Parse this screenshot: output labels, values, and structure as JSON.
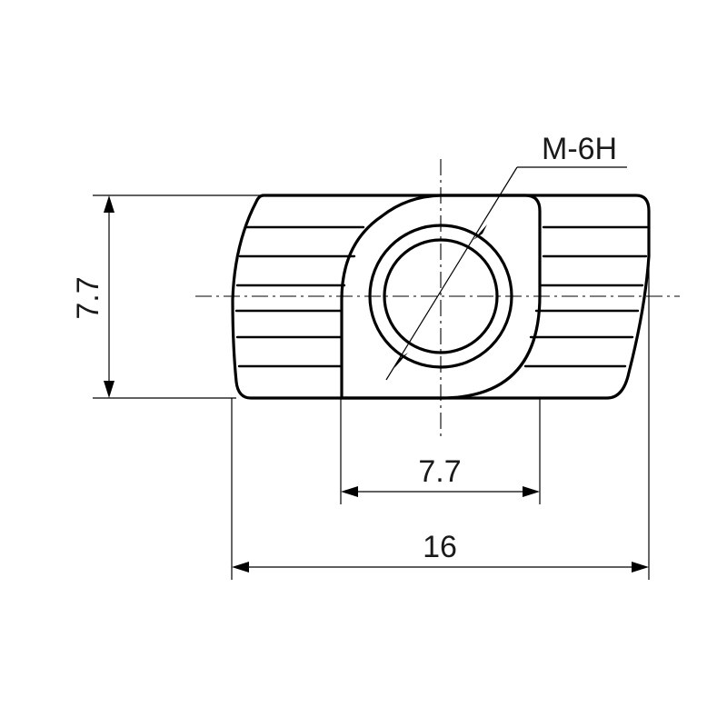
{
  "drawing": {
    "thread_label": "M-6H",
    "height_label": "7.7",
    "collar_width_label": "7.7",
    "overall_width_label": "16"
  }
}
